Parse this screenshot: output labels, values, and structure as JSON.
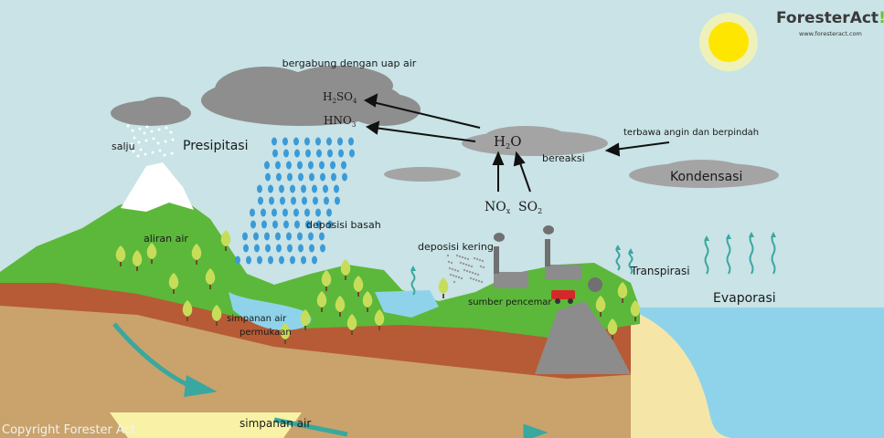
{
  "brand": {
    "name_part1": "Forester",
    "name_part2": "Act",
    "name_part3": "!",
    "url": "www.foresteract.com"
  },
  "copyright": "Copyright Forester Act",
  "labels": {
    "bergabung": "bergabung dengan uap air",
    "salju": "salju",
    "presipitasi": "Presipitasi",
    "terbawa": "terbawa angin dan berpindah",
    "bereaksi": "bereaksi",
    "kondensasi": "Kondensasi",
    "deposisi_basah": "deposisi basah",
    "aliran_air": "aliran air",
    "deposisi_kering": "deposisi kering",
    "transpirasi": "Transpirasi",
    "evaporasi": "Evaporasi",
    "sumber_pencemar": "sumber pencemar",
    "simpanan_permukaan_1": "simpanan air",
    "simpanan_permukaan_2": "permukaan",
    "simpanan_tanah": "simpanan air"
  },
  "chemicals": {
    "h2so4": {
      "base": "H",
      "sub1": "2",
      "mid": "SO",
      "sub2": "4"
    },
    "hno3": {
      "base": "HNO",
      "sub1": "3"
    },
    "h2o": {
      "base": "H",
      "sub1": "2",
      "mid": "O"
    },
    "nox": {
      "base": "NO",
      "sub1": "x"
    },
    "so2": {
      "base": "SO",
      "sub1": "2"
    }
  },
  "colors": {
    "sky": "#c9e3e6",
    "cloud": "#8e8e8e",
    "grass": "#5cb83a",
    "soil": "#c9a36b",
    "rock": "#b65b35",
    "water": "#8fd3ea",
    "sand": "#f5e6a8",
    "sun": "#ffe600",
    "arrow": "#3aa7a0"
  }
}
